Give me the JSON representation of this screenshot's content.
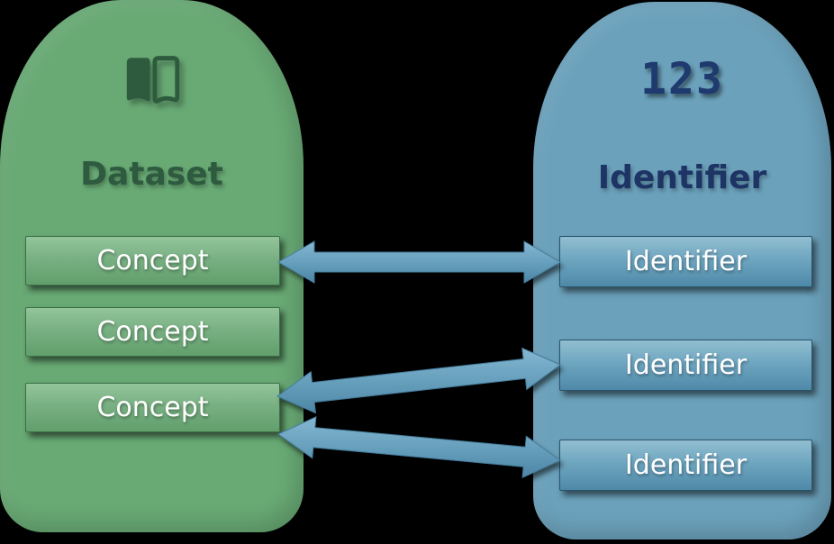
{
  "background_color": "#000000",
  "dataset_panel": {
    "title": "Dataset",
    "icon": "open-book-icon",
    "panel_color": "#68a974",
    "title_color": "#2e5a40",
    "items": [
      "Concept",
      "Concept",
      "Concept"
    ]
  },
  "identifier_panel": {
    "title": "Identifier",
    "icon": "numbers-123-icon",
    "icon_text": "123",
    "panel_color": "#6ba1bb",
    "title_color": "#1d3464",
    "items": [
      "Identifier",
      "Identifier",
      "Identifier"
    ]
  },
  "mappings": [
    {
      "from": "concept-1",
      "to": "identifier-1",
      "type": "bidirectional"
    },
    {
      "from": "concept-3",
      "to": "identifier-2",
      "type": "bidirectional"
    },
    {
      "from": "concept-3",
      "to": "identifier-3",
      "type": "bidirectional"
    }
  ],
  "arrow_color": "#5b93b4",
  "item_text_color": "#ffffff"
}
